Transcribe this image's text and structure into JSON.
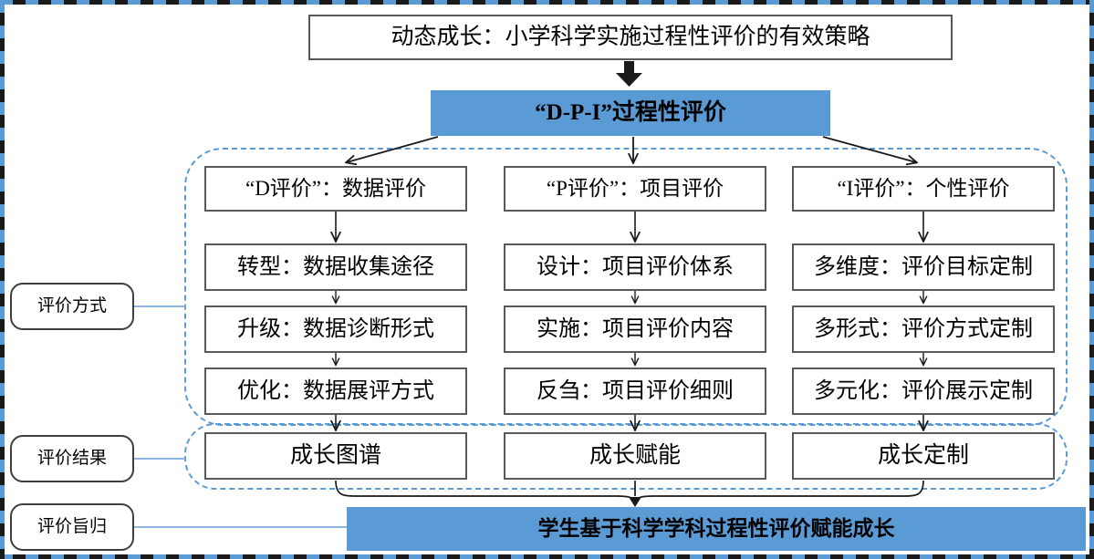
{
  "title": {
    "text": "动态成长：小学科学实施过程性评价的有效策略"
  },
  "model_header": {
    "text": "“D-P-I”过程性评价",
    "color": "#5b9bd5"
  },
  "side_labels": {
    "method": "评价方式",
    "result": "评价结果",
    "purpose": "评价旨归"
  },
  "columns": [
    {
      "header": "“D评价”：数据评价",
      "steps": [
        "转型：数据收集途径",
        "升级：数据诊断形式",
        "优化：数据展评方式"
      ],
      "result": "成长图谱"
    },
    {
      "header": "“P评价”：项目评价",
      "steps": [
        "设计：项目评价体系",
        "实施：项目评价内容",
        "反刍：项目评价细则"
      ],
      "result": "成长赋能"
    },
    {
      "header": "“I评价”：个性评价",
      "steps": [
        "多维度：评价目标定制",
        "多形式：评价方式定制",
        "多元化：评价展示定制"
      ],
      "result": "成长定制"
    }
  ],
  "footer": {
    "text": "学生基于科学学科过程性评价赋能成长",
    "color": "#5b9bd5"
  },
  "icons": {
    "down_arrow": "down-arrow-icon",
    "fan_arrow": "fan-arrow-icon",
    "merge_brace": "merge-brace-icon"
  }
}
